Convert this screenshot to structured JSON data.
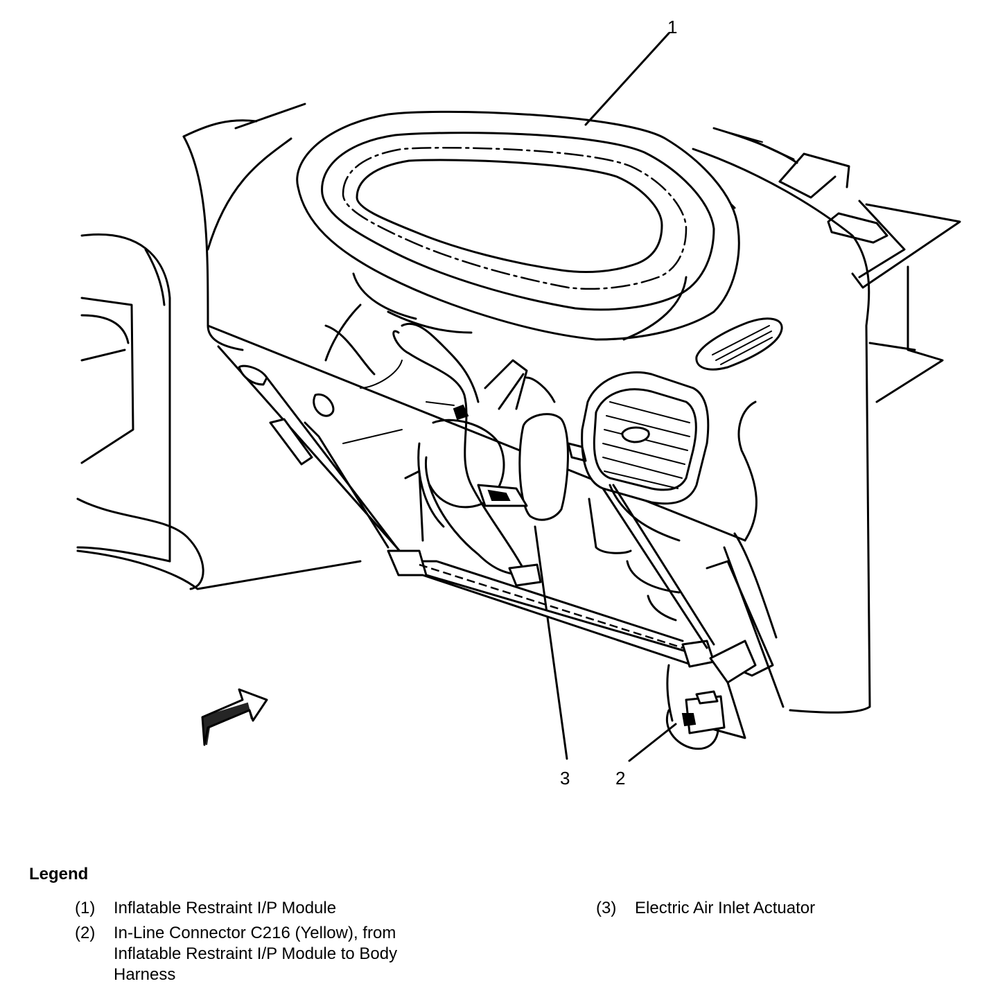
{
  "callouts": [
    {
      "id": "1",
      "label": "1"
    },
    {
      "id": "2",
      "label": "2"
    },
    {
      "id": "3",
      "label": "3"
    }
  ],
  "legend": {
    "title": "Legend",
    "items": [
      {
        "number": "(1)",
        "text": "Inflatable Restraint I/P Module"
      },
      {
        "number": "(2)",
        "text": "In-Line Connector C216 (Yellow), from Inflatable Restraint I/P Module to Body Harness"
      },
      {
        "number": "(3)",
        "text": "Electric Air Inlet Actuator"
      }
    ]
  }
}
